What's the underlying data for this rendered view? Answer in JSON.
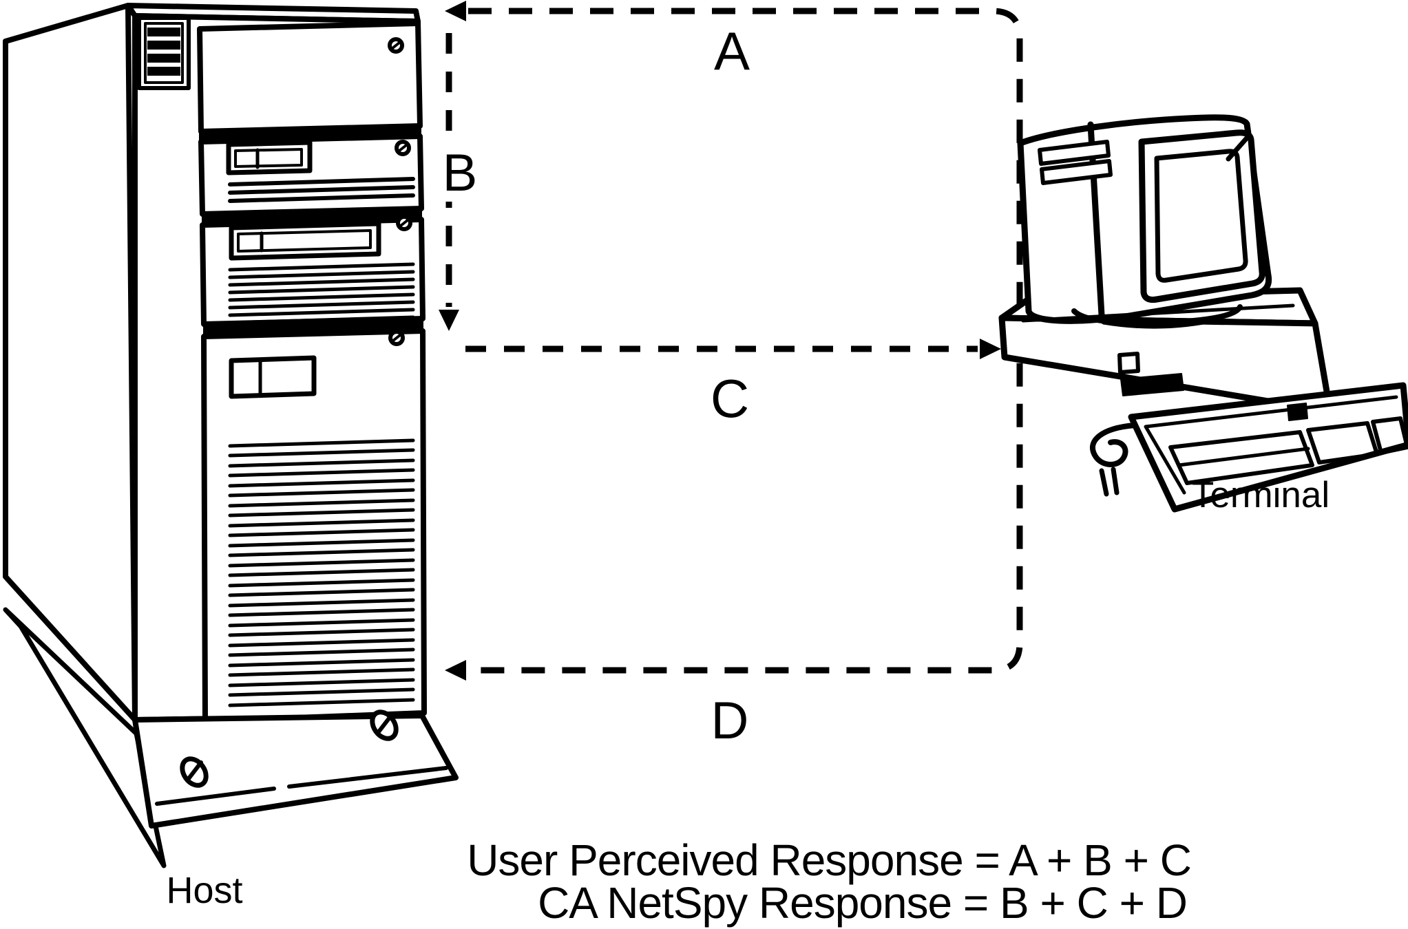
{
  "diagram": {
    "arrow_labels": {
      "a": "A",
      "b": "B",
      "c": "C",
      "d": "D"
    },
    "host_label": "Host",
    "terminal_label": "Terminal",
    "formulas": {
      "line1": "User Perceived Response = A + B + C",
      "line2": "CA NetSpy Response = B + C + D"
    },
    "colors": {
      "ink": "#000000",
      "background": "#ffffff"
    }
  }
}
